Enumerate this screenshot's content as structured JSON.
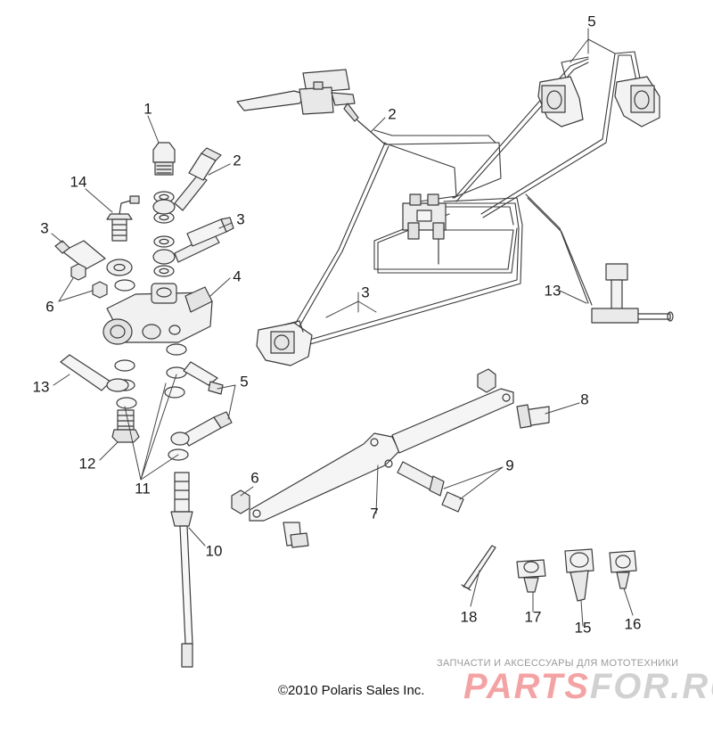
{
  "callouts": [
    {
      "id": "1",
      "label": "1"
    },
    {
      "id": "2a",
      "label": "2"
    },
    {
      "id": "3a",
      "label": "3"
    },
    {
      "id": "14",
      "label": "14"
    },
    {
      "id": "3b",
      "label": "3"
    },
    {
      "id": "4",
      "label": "4"
    },
    {
      "id": "6a",
      "label": "6"
    },
    {
      "id": "13a",
      "label": "13"
    },
    {
      "id": "5a",
      "label": "5"
    },
    {
      "id": "12",
      "label": "12"
    },
    {
      "id": "11",
      "label": "11"
    },
    {
      "id": "10",
      "label": "10"
    },
    {
      "id": "5b",
      "label": "5"
    },
    {
      "id": "2b",
      "label": "2"
    },
    {
      "id": "3c",
      "label": "3"
    },
    {
      "id": "13b",
      "label": "13"
    },
    {
      "id": "8",
      "label": "8"
    },
    {
      "id": "9",
      "label": "9"
    },
    {
      "id": "6b",
      "label": "6"
    },
    {
      "id": "7",
      "label": "7"
    },
    {
      "id": "18",
      "label": "18"
    },
    {
      "id": "17",
      "label": "17"
    },
    {
      "id": "15",
      "label": "15"
    },
    {
      "id": "16",
      "label": "16"
    }
  ],
  "footer": {
    "copyright": "©2010 Polaris Sales Inc."
  },
  "watermark": {
    "tagline": "ЗАПЧАСТИ И АКСЕССУАРЫ ДЛЯ МОТОТЕХНИКИ",
    "brand_a": "PARTS",
    "brand_b": "FOR.RU",
    "color_red": "#e8343a",
    "color_gray": "#9a9a9a"
  }
}
